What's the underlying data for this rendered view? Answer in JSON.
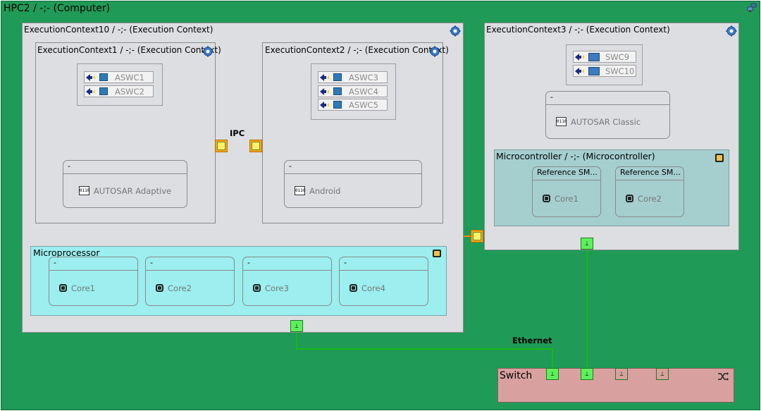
{
  "computer": {
    "title": "HPC2 / -;- (Computer)",
    "icon": "network-computer-icon"
  },
  "execution_contexts": {
    "ec10": {
      "title": "ExecutionContext10 / -;- (Execution Context)",
      "icon": "gear-icon"
    },
    "ec1": {
      "title": "ExecutionContext1 / -;- (Execution Context)",
      "swcs": [
        "ASWC1",
        "ASWC2"
      ],
      "os": {
        "header": "-",
        "label": "AUTOSAR Adaptive"
      }
    },
    "ec2": {
      "title": "ExecutionContext2 / -;- (Execution Context)",
      "swcs": [
        "ASWC3",
        "ASWC4",
        "ASWC5"
      ],
      "os": {
        "header": "-",
        "label": "Android"
      }
    },
    "ec3": {
      "title": "ExecutionContext3 / -;- (Execution Context)",
      "swcs": [
        "SWC9",
        "SWC10"
      ],
      "os": {
        "header": "-",
        "label": "AUTOSAR Classic"
      }
    }
  },
  "microprocessor": {
    "title": "Microprocessor",
    "cores": [
      {
        "header": "-",
        "label": "Core1"
      },
      {
        "header": "-",
        "label": "Core2"
      },
      {
        "header": "-",
        "label": "Core3"
      },
      {
        "header": "-",
        "label": "Core4"
      }
    ]
  },
  "microcontroller": {
    "title": "Microcontroller / -;- (Microcontroller)",
    "cores": [
      {
        "header": "Reference SM...",
        "label": "Core1"
      },
      {
        "header": "Reference SM...",
        "label": "Core2"
      }
    ]
  },
  "connections": {
    "ipc_label": "IPC",
    "ethernet_label": "Ethernet"
  },
  "switch": {
    "title": "Switch",
    "icon": "shuffle-icon"
  },
  "bin_icon_text": "0110",
  "colors": {
    "computer_bg": "#1f9a57",
    "ipc_line": "#f28c00",
    "ethernet_line": "#16b816",
    "microprocessor_bg": "#9ceeef",
    "microcontroller_bg": "#a5cecf",
    "switch_bg": "#d8a19f"
  }
}
